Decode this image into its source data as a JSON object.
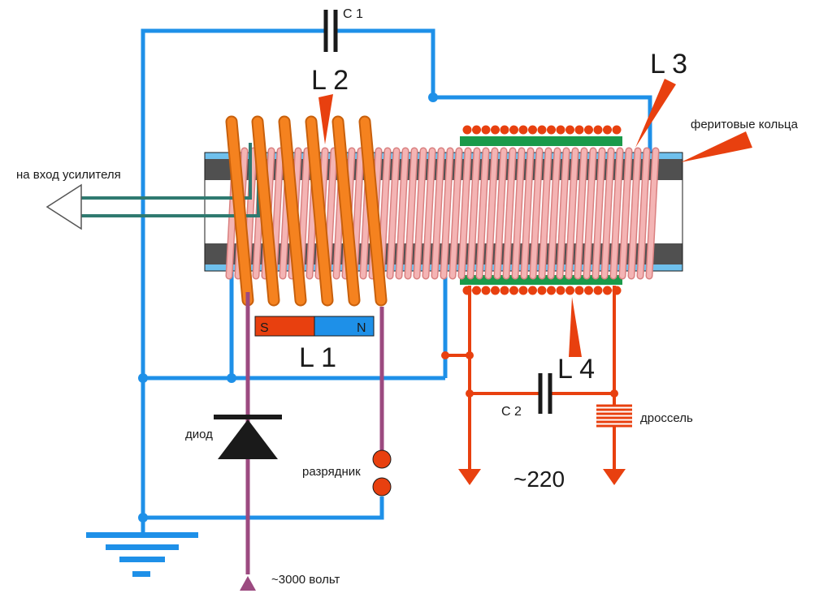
{
  "labels": {
    "c1": "С 1",
    "c2": "С 2",
    "l1": "L 1",
    "l2": "L 2",
    "l3": "L 3",
    "l4": "L 4",
    "ferrite": "феритовые кольца",
    "amp_input": "на вход усилителя",
    "diode": "диод",
    "spark_gap": "разрядник",
    "choke": "дроссель",
    "mains": "~220",
    "high_voltage": "~3000 вольт",
    "magnet_s": "S",
    "magnet_n": "N"
  },
  "colors": {
    "blue_wire": "#1e90e8",
    "purple_wire": "#9c4a80",
    "red_wire": "#e8400f",
    "orange_coil": "#f5821f",
    "pink_coil": "#f0a0a0",
    "ferrite_dark": "#505050",
    "green_band": "#1a9a4a",
    "teal_wire": "#2f7a70",
    "pointer_red": "#e8400f"
  }
}
